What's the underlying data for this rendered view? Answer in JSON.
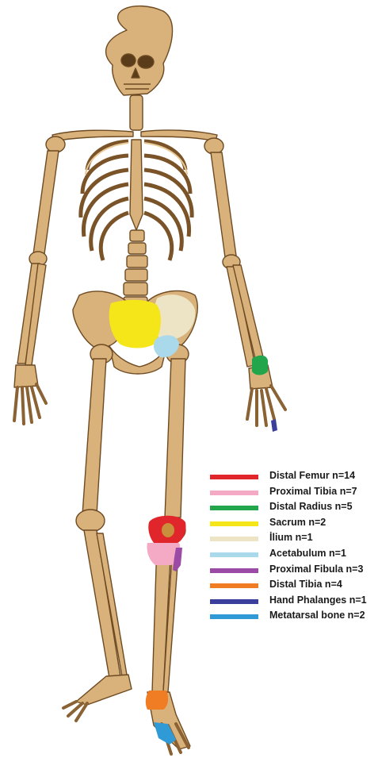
{
  "colors": {
    "bone_fill": "#d8b27a",
    "bone_stroke": "#6e4a22",
    "bone_shadow": "#a57a45",
    "distal_femur": "#e0252b",
    "proximal_tibia": "#f4a9c4",
    "distal_radius": "#22a54b",
    "sacrum": "#f5e61a",
    "ilium": "#ece4c4",
    "acetabulum": "#a9d9ea",
    "proximal_fibula": "#9b4aa6",
    "distal_tibia": "#f07c24",
    "hand_phalanges": "#3b3e9a",
    "metatarsal_bone": "#2f9ad6"
  },
  "legend": [
    {
      "label": "Distal Femur n=14",
      "color": "#e0252b"
    },
    {
      "label": "Proximal Tibia n=7",
      "color": "#f4a9c4"
    },
    {
      "label": "Distal Radius n=5",
      "color": "#22a54b"
    },
    {
      "label": "Sacrum n=2",
      "color": "#f5e61a"
    },
    {
      "label": "İlium n=1",
      "color": "#ece4c4"
    },
    {
      "label": "Acetabulum n=1",
      "color": "#a9d9ea"
    },
    {
      "label": "Proximal Fibula n=3",
      "color": "#9b4aa6"
    },
    {
      "label": "Distal Tibia n=4",
      "color": "#f07c24"
    },
    {
      "label": "Hand Phalanges n=1",
      "color": "#3b3e9a"
    },
    {
      "label": "Metatarsal bone n=2",
      "color": "#2f9ad6"
    }
  ]
}
